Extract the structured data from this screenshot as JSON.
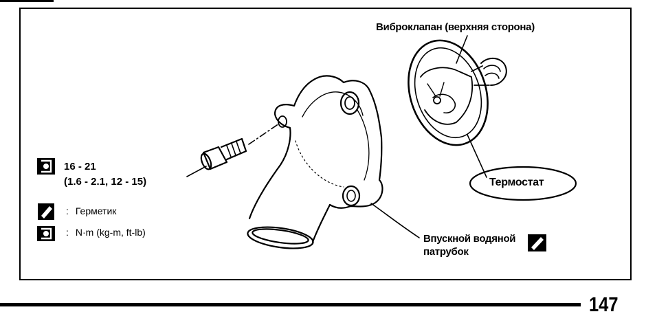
{
  "labels": {
    "vibration_valve": "Виброклапан (верхняя сторона)",
    "thermostat": "Термостат",
    "inlet_line1": "Впускной водяной",
    "inlet_line2": "патрубок"
  },
  "torque": {
    "value": "16 - 21",
    "converted": "(1.6 - 2.1, 12 - 15)"
  },
  "legend": {
    "separator": ":",
    "sealant_label": "Герметик",
    "torque_units_label": "N·m (kg-m, ft-lb)"
  },
  "page": {
    "number": "147"
  },
  "icons": [
    "torque-wrench-icon",
    "sealant-icon"
  ]
}
